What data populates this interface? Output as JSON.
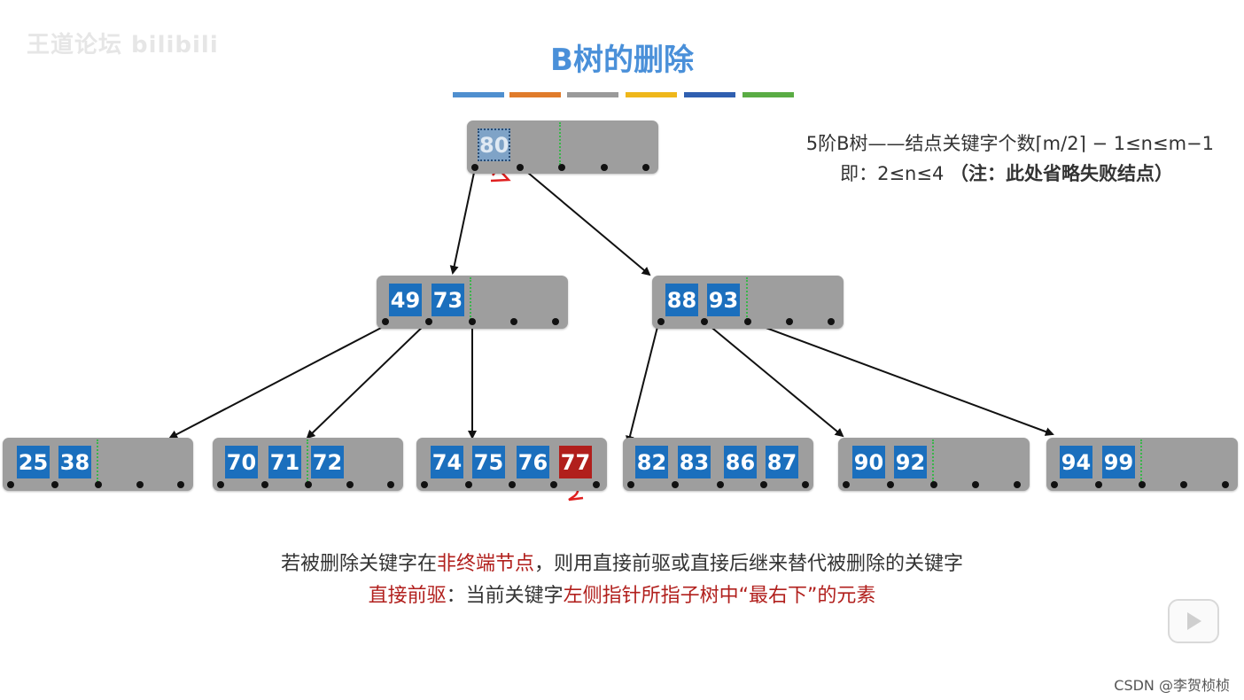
{
  "watermark": "王道论坛 bilibili",
  "title": "B树的删除",
  "stripe_colors": [
    "#4f8fcf",
    "#e07b2a",
    "#9a9a9a",
    "#efb71a",
    "#2f5fb0",
    "#5aac44"
  ],
  "note_line1": "5阶B树——结点关键字个数⌈m/2⌉ − 1≤n≤m−1",
  "note_line2_a": "即：2≤n≤4 ",
  "note_line2_b": "（注：此处省略失败结点）",
  "root": {
    "key": "80"
  },
  "level1": [
    {
      "keys": [
        "49",
        "73"
      ]
    },
    {
      "keys": [
        "88",
        "93"
      ]
    }
  ],
  "level2": [
    {
      "keys": [
        "25",
        "38"
      ]
    },
    {
      "keys": [
        "70",
        "71",
        "72"
      ]
    },
    {
      "keys": [
        "74",
        "75",
        "76",
        "77"
      ]
    },
    {
      "keys": [
        "82",
        "83",
        "86",
        "87"
      ]
    },
    {
      "keys": [
        "90",
        "92"
      ]
    },
    {
      "keys": [
        "94",
        "99"
      ]
    }
  ],
  "caption1": {
    "part1": "若被删除关键字在",
    "part2": "非终端节点",
    "part3": "，则用直接前驱或直接后继来替代被删除的关键字"
  },
  "caption2": {
    "part1": "直接前驱",
    "part2": "：当前关键字",
    "part3": "左侧指针所指子树中“最右下”的元素"
  },
  "credit": "CSDN @李贺桢桢",
  "colors": {
    "key_blue": "#1b6fbd",
    "key_red": "#b11f1c",
    "node_gray": "#9e9e9e",
    "title_blue": "#4a90d9"
  }
}
